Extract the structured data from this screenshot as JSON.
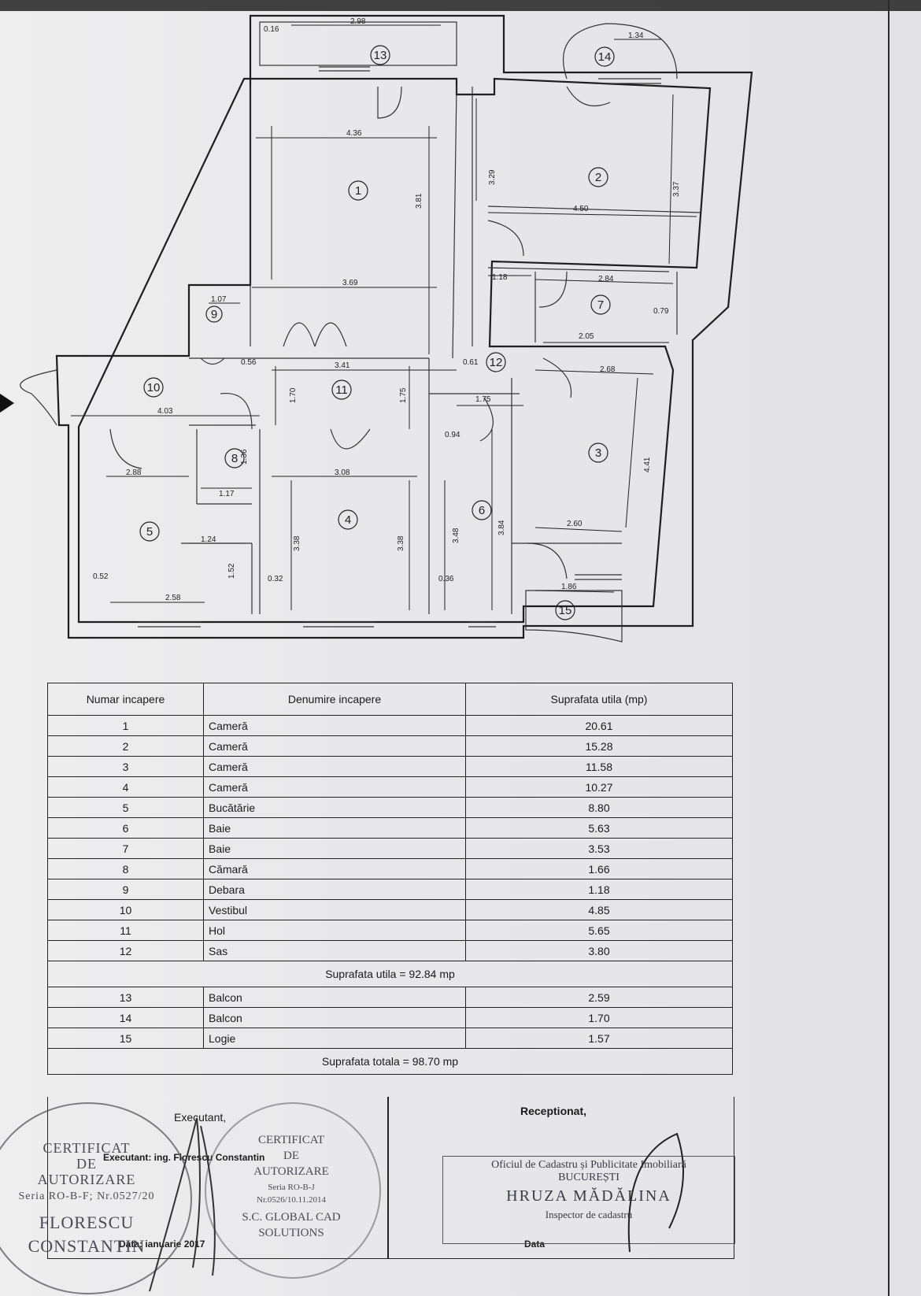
{
  "plan": {
    "room_numbers": [
      "1",
      "2",
      "3",
      "4",
      "5",
      "6",
      "7",
      "8",
      "9",
      "10",
      "11",
      "12",
      "13",
      "14",
      "15"
    ],
    "dimensions": {
      "d1": "4.36",
      "d2": "3.69",
      "d3": "3.81",
      "d4": "4.50",
      "d5": "3.37",
      "d6": "3.29",
      "d7": "1.18",
      "d8": "2.84",
      "d9": "2.05",
      "d10": "3.41",
      "d11": "1.70",
      "d12": "1.75",
      "d13": "1.75",
      "d14": "2.68",
      "d15": "4.41",
      "d16": "2.60",
      "d17": "1.86",
      "d18": "3.08",
      "d19": "3.38",
      "d20": "3.38",
      "d21": "3.48",
      "d22": "3.84",
      "d23": "4.03",
      "d24": "2.88",
      "d25": "2.58",
      "d26": "1.24",
      "d27": "1.17",
      "d28": "1.07",
      "d29": "1.34",
      "d30": "2.98",
      "d31": "0.56",
      "d32": "0.61",
      "d33": "0.94",
      "d34": "0.79",
      "d35": "0.52",
      "d36": "0.32",
      "d37": "0.36",
      "d38": "0.16",
      "d39": "1.52",
      "d40": "1.36"
    }
  },
  "table": {
    "headers": [
      "Numar incapere",
      "Denumire incapere",
      "Suprafata utila (mp)"
    ],
    "rows": [
      {
        "nr": "1",
        "name": "Cameră",
        "area": "20.61"
      },
      {
        "nr": "2",
        "name": "Cameră",
        "area": "15.28"
      },
      {
        "nr": "3",
        "name": "Cameră",
        "area": "11.58"
      },
      {
        "nr": "4",
        "name": "Cameră",
        "area": "10.27"
      },
      {
        "nr": "5",
        "name": "Bucătărie",
        "area": "8.80"
      },
      {
        "nr": "6",
        "name": "Baie",
        "area": "5.63"
      },
      {
        "nr": "7",
        "name": "Baie",
        "area": "3.53"
      },
      {
        "nr": "8",
        "name": "Cămară",
        "area": "1.66"
      },
      {
        "nr": "9",
        "name": "Debara",
        "area": "1.18"
      },
      {
        "nr": "10",
        "name": "Vestibul",
        "area": "4.85"
      },
      {
        "nr": "11",
        "name": "Hol",
        "area": "5.65"
      },
      {
        "nr": "12",
        "name": "Sas",
        "area": "3.80"
      }
    ],
    "subtotal": "Suprafata utila = 92.84 mp",
    "rows2": [
      {
        "nr": "13",
        "name": "Balcon",
        "area": "2.59"
      },
      {
        "nr": "14",
        "name": "Balcon",
        "area": "1.70"
      },
      {
        "nr": "15",
        "name": "Logie",
        "area": "1.57"
      }
    ],
    "total": "Suprafata totala = 98.70 mp"
  },
  "signatures": {
    "executant_label": "Executant,",
    "receptionat_label": "Receptionat,",
    "executant_name": "Executant: ing. Florescu Constantin",
    "date_left": "Data: ianuarie 2017",
    "date_right": "Data"
  },
  "stamp_left": [
    "CERTIFICAT",
    "DE",
    "AUTORIZARE",
    "Seria RO-B-F; Nr.0527/20",
    "FLORESCU",
    "CONSTANTIN"
  ],
  "stamp_right": [
    "CERTIFICAT",
    "DE",
    "AUTORIZARE",
    "Seria RO-B-J",
    "Nr.0526/10.11.2014",
    "S.C. GLOBAL CAD",
    "SOLUTIONS"
  ],
  "ocpi_stamp": [
    "Oficiul de Cadastru și Publicitate Imobiliară",
    "BUCUREȘTI",
    "HRUZA MĂDĂLINA",
    "Inspector de cadastru"
  ],
  "colors": {
    "ink": "#1e1e1e",
    "stamp": "#4b4b56",
    "paper": "#e8e8ea"
  }
}
